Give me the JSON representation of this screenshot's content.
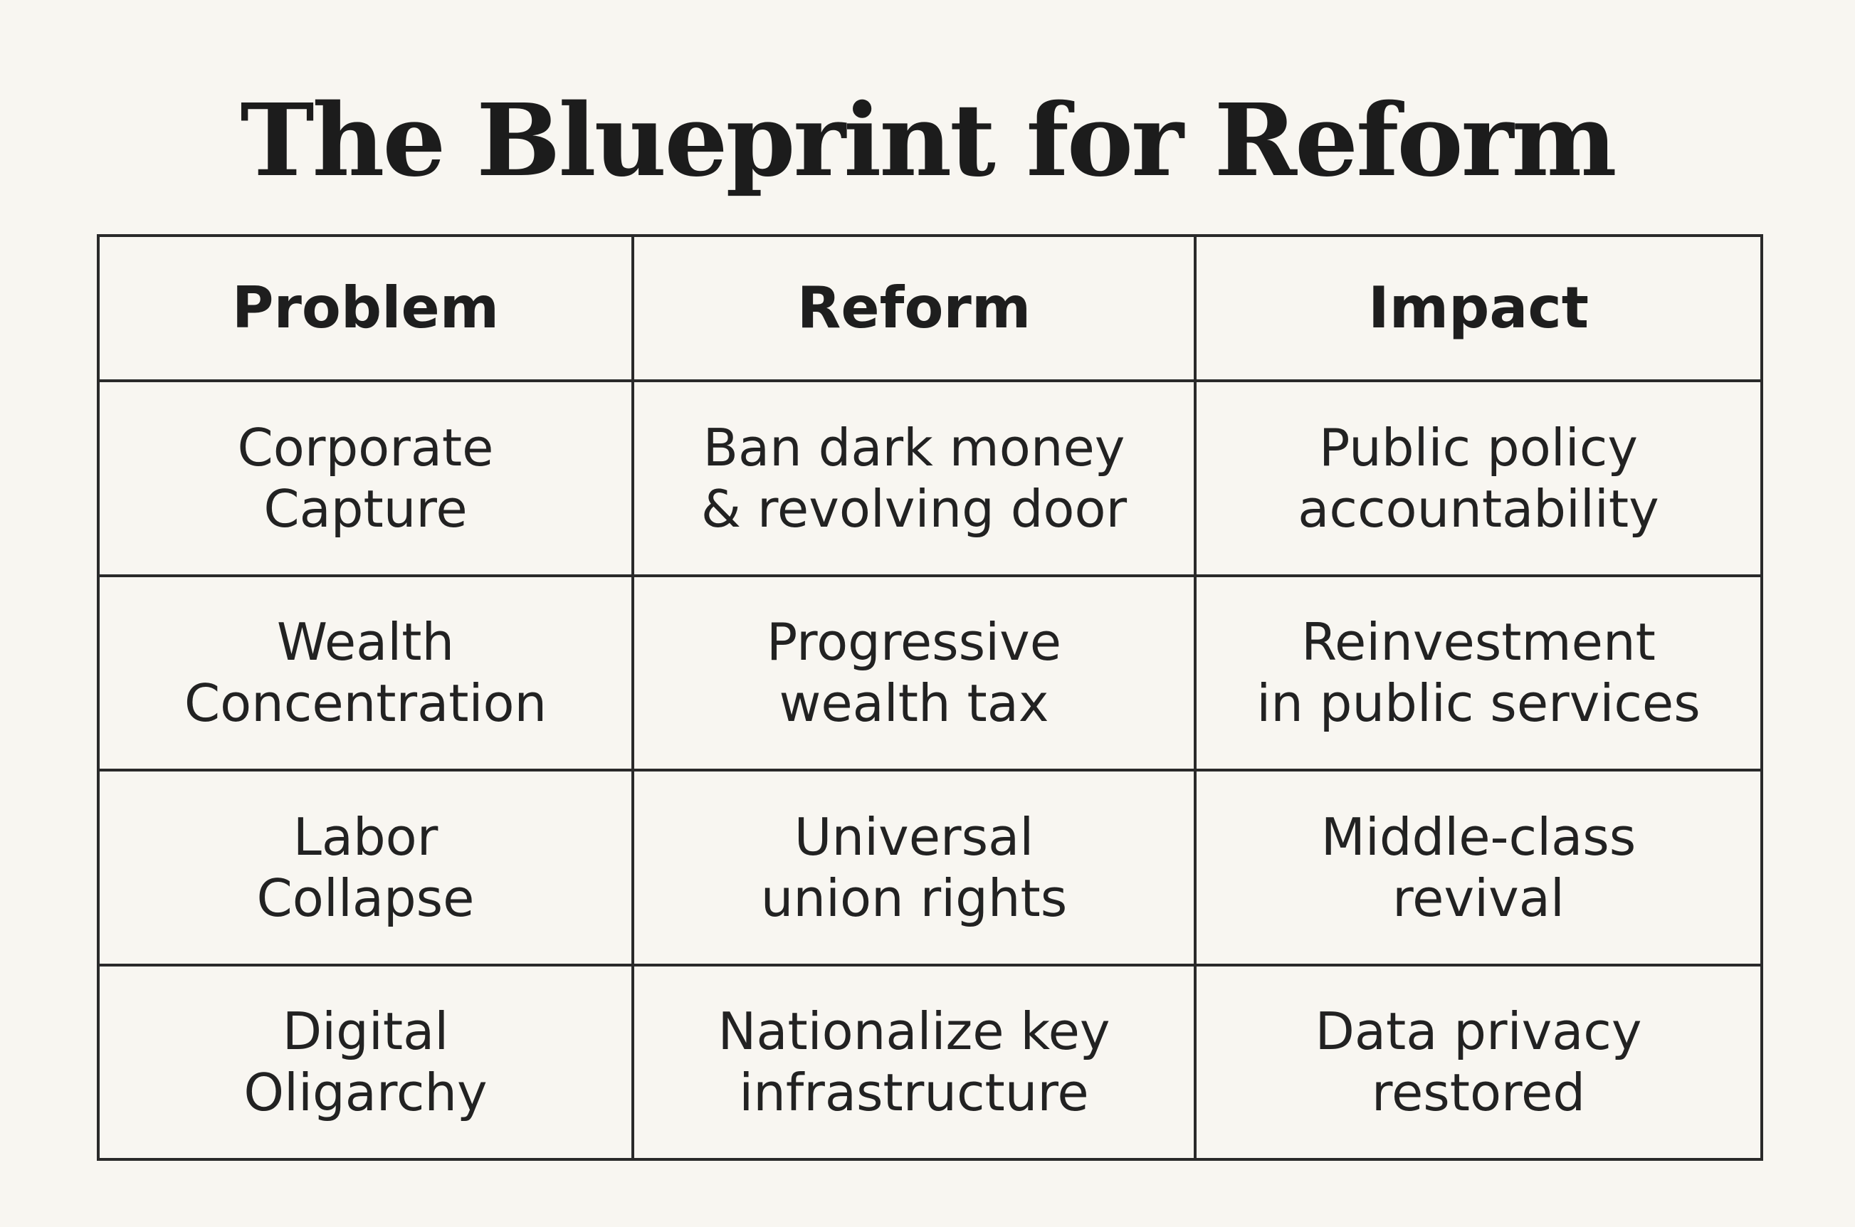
{
  "title": "The Blueprint for Reform",
  "table": {
    "headers": [
      "Problem",
      "Reform",
      "Impact"
    ],
    "rows": [
      [
        [
          "Corporate",
          "Capture"
        ],
        [
          "Ban dark money",
          "& revolving door"
        ],
        [
          "Public policy",
          "accountability"
        ]
      ],
      [
        [
          "Wealth",
          "Concentration"
        ],
        [
          "Progressive",
          "wealth tax"
        ],
        [
          "Reinvestment",
          "in public services"
        ]
      ],
      [
        [
          "Labor",
          "Collapse"
        ],
        [
          "Universal",
          "union rights"
        ],
        [
          "Middle-class",
          "revival"
        ]
      ],
      [
        [
          "Digital",
          "Oligarchy"
        ],
        [
          "Nationalize key",
          "infrastructure"
        ],
        [
          "Data privacy",
          "restored"
        ]
      ]
    ]
  }
}
